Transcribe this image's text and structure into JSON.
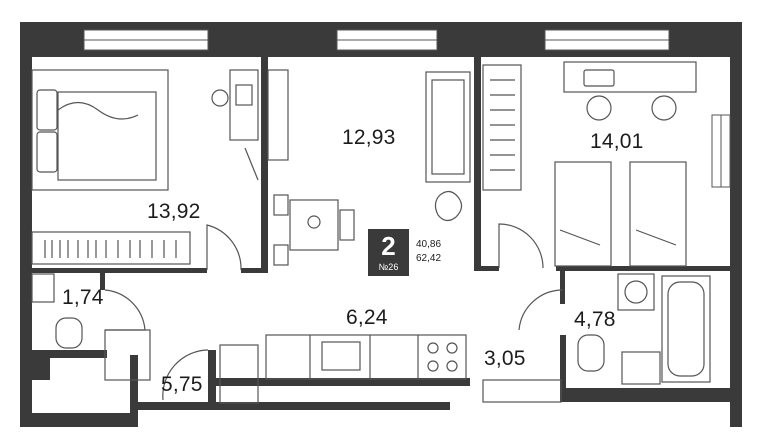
{
  "rooms": [
    {
      "id": "bedroom",
      "area": "13,92"
    },
    {
      "id": "living",
      "area": "12,93"
    },
    {
      "id": "kids",
      "area": "14,01"
    },
    {
      "id": "wc",
      "area": "1,74"
    },
    {
      "id": "hall",
      "area": "6,24"
    },
    {
      "id": "bath",
      "area": "4,78"
    },
    {
      "id": "entry",
      "area": "5,75"
    },
    {
      "id": "closet",
      "area": "3,05"
    }
  ],
  "badge": {
    "rooms": "2",
    "number": "№26",
    "living_area": "40,86",
    "total_area": "62,42"
  },
  "colors": {
    "wall": "#3a3a3a",
    "line": "#555555",
    "window": "#ffffff"
  },
  "icons": [
    "bed-icon",
    "sofa-icon",
    "dining-table-icon",
    "desk-icon",
    "chair-icon",
    "wardrobe-icon",
    "toilet-icon",
    "bathtub-icon",
    "washing-machine-icon",
    "stove-icon",
    "sink-icon",
    "plant-icon"
  ]
}
